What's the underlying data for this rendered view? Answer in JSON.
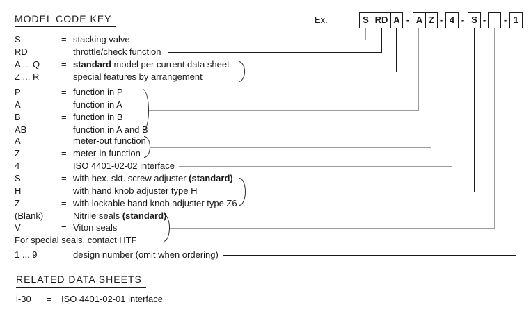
{
  "page": {
    "title": "MODEL CODE KEY",
    "example": {
      "label": "Ex.",
      "separator": "-",
      "segments": [
        "S",
        "RD",
        "A",
        "A",
        "Z",
        "4",
        "S",
        "_",
        "1"
      ]
    },
    "rows": [
      {
        "term": "S",
        "eq": "=",
        "pre": "stacking valve",
        "bold": "",
        "post": ""
      },
      {
        "term": "RD",
        "eq": "=",
        "pre": "throttle/check function",
        "bold": "",
        "post": ""
      },
      {
        "term": "A ... Q",
        "eq": "=",
        "pre": "",
        "bold": "standard",
        "post": " model per current data sheet"
      },
      {
        "term": "Z ... R",
        "eq": "=",
        "pre": "special features by arrangement",
        "bold": "",
        "post": ""
      },
      {
        "term": "P",
        "eq": "=",
        "pre": "function in P",
        "bold": "",
        "post": ""
      },
      {
        "term": "A",
        "eq": "=",
        "pre": "function in A",
        "bold": "",
        "post": ""
      },
      {
        "term": "B",
        "eq": "=",
        "pre": "function in B",
        "bold": "",
        "post": ""
      },
      {
        "term": "AB",
        "eq": "=",
        "pre": "function in A and B",
        "bold": "",
        "post": ""
      },
      {
        "term": "A",
        "eq": "=",
        "pre": "meter-out function",
        "bold": "",
        "post": ""
      },
      {
        "term": "Z",
        "eq": "=",
        "pre": "meter-in function",
        "bold": "",
        "post": ""
      },
      {
        "term": "4",
        "eq": "=",
        "pre": "ISO 4401-02-02 interface",
        "bold": "",
        "post": ""
      },
      {
        "term": "S",
        "eq": "=",
        "pre": "with hex. skt. screw adjuster ",
        "bold": "(standard)",
        "post": ""
      },
      {
        "term": "H",
        "eq": "=",
        "pre": "with hand knob adjuster type H",
        "bold": "",
        "post": ""
      },
      {
        "term": "Z",
        "eq": "=",
        "pre": "with lockable hand knob adjuster type Z6",
        "bold": "",
        "post": ""
      },
      {
        "term": "(Blank)",
        "eq": "=",
        "pre": "Nitrile seals ",
        "bold": "(standard)",
        "post": ""
      },
      {
        "term": "V",
        "eq": "=",
        "pre": "Viton seals",
        "bold": "",
        "post": ""
      },
      {
        "term": "For special seals, contact HTF",
        "eq": "",
        "pre": "",
        "bold": "",
        "post": ""
      },
      {
        "term": "1 ... 9",
        "eq": "=",
        "pre": "design number (omit when ordering)",
        "bold": "",
        "post": ""
      }
    ],
    "related": {
      "title": "RELATED DATA SHEETS",
      "row": {
        "term": "i-30",
        "eq": "=",
        "desc": "ISO 4401-02-01 interface"
      }
    }
  }
}
